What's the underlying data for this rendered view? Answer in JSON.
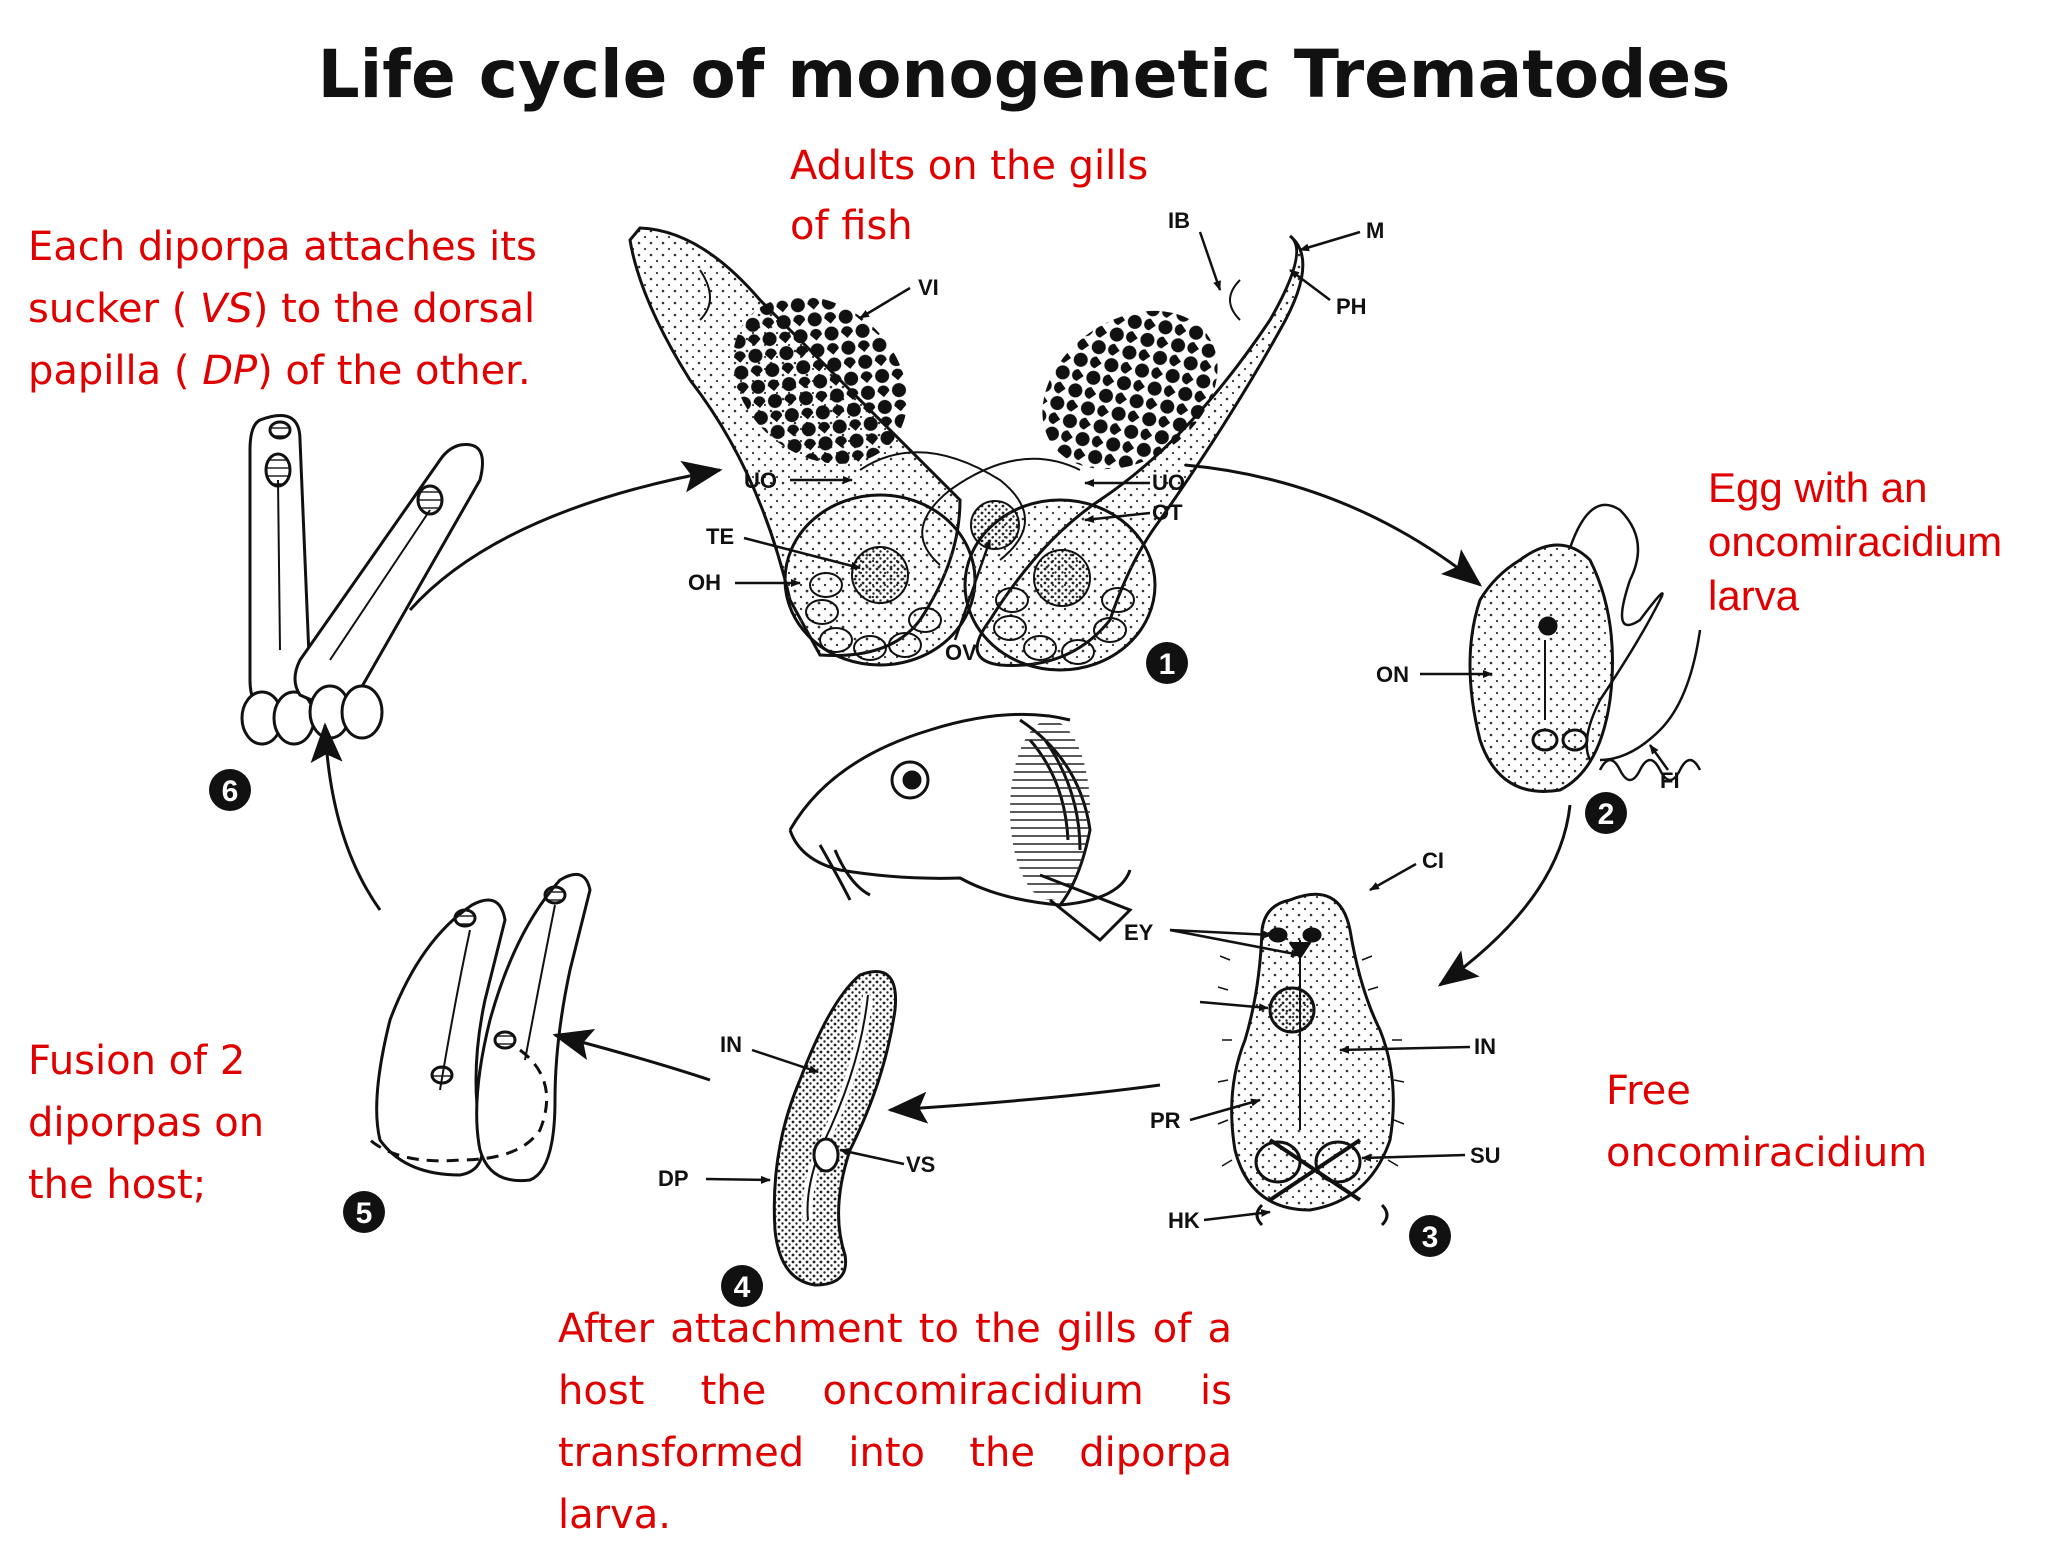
{
  "title": "Life cycle of monogenetic Trematodes",
  "captions": {
    "adults": [
      "Adults on the gills",
      "of fish"
    ],
    "diporpa_attach": {
      "line1": "Each diporpa attaches its",
      "line2_pre": "sucker ( ",
      "line2_em": "VS",
      "line2_post": ") to the dorsal",
      "line3_pre": "papilla ( ",
      "line3_em": "DP",
      "line3_post": ") of the other."
    },
    "egg": [
      "Egg with an",
      "oncomiracidium",
      "larva"
    ],
    "free": [
      "Free",
      "oncomiracidium"
    ],
    "fusion": [
      "Fusion of 2",
      "diporpas on",
      "the host;"
    ],
    "after": [
      "After attachment to the gills of a",
      "host the oncomiracidium is",
      "transformed into the diporpa",
      "larva."
    ]
  },
  "labels": {
    "VI": "VI",
    "IB": "IB",
    "M": "M",
    "PH": "PH",
    "UO": "UO",
    "OT": "OT",
    "TE": "TE",
    "OH": "OH",
    "OV": "OV",
    "ON": "ON",
    "FI": "FI",
    "CI": "CI",
    "EY": "EY",
    "IN": "IN",
    "PR": "PR",
    "SU": "SU",
    "HK": "HK",
    "DP": "DP",
    "VS": "VS"
  },
  "stages": [
    "1",
    "2",
    "3",
    "4",
    "5",
    "6"
  ],
  "colors": {
    "caption": "#e00000",
    "title": "#111111",
    "ink": "#111111"
  }
}
